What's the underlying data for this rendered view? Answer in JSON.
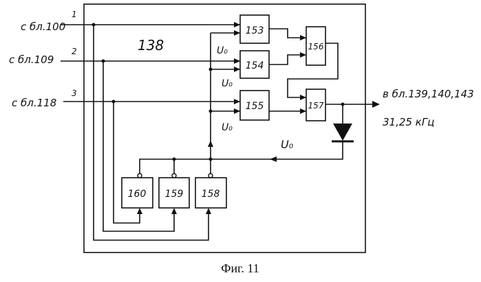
{
  "figure": {
    "block_label": "138",
    "caption": "Фиг. 11"
  },
  "inputs": [
    {
      "source": "с бл.100",
      "number": "1"
    },
    {
      "source": "с бл.109",
      "number": "2"
    },
    {
      "source": "с бл.118",
      "number": "3"
    }
  ],
  "blocks": [
    {
      "id": "153"
    },
    {
      "id": "154"
    },
    {
      "id": "155"
    },
    {
      "id": "156"
    },
    {
      "id": "157"
    },
    {
      "id": "158"
    },
    {
      "id": "159"
    },
    {
      "id": "160"
    }
  ],
  "bias_label": "U₀",
  "output": {
    "destination": "в бл.139,140,143",
    "frequency": "31,25 кГц"
  }
}
